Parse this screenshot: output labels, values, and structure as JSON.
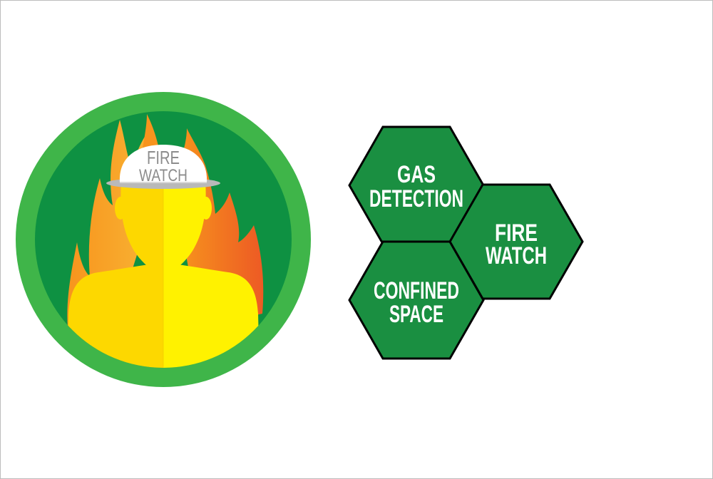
{
  "badge": {
    "helmet_line1": "FIRE",
    "helmet_line2": "WATCH",
    "colors": {
      "outer_ring": "#3fb549",
      "inner_disc": "#0e9142",
      "flame_orange": "#f7941d",
      "flame_red": "#ed5a24",
      "body_left": "#fdd800",
      "body_right": "#fff200",
      "helmet": "#ffffff",
      "helmet_text": "#8c8c8c"
    }
  },
  "hexagons": [
    {
      "line1": "GAS",
      "line2": "DETECTION"
    },
    {
      "line1": "FIRE",
      "line2": "WATCH"
    },
    {
      "line1": "CONFINED",
      "line2": "SPACE"
    }
  ],
  "hex_colors": {
    "fill": "#1a8f41",
    "stroke": "#000000",
    "text": "#ffffff"
  }
}
